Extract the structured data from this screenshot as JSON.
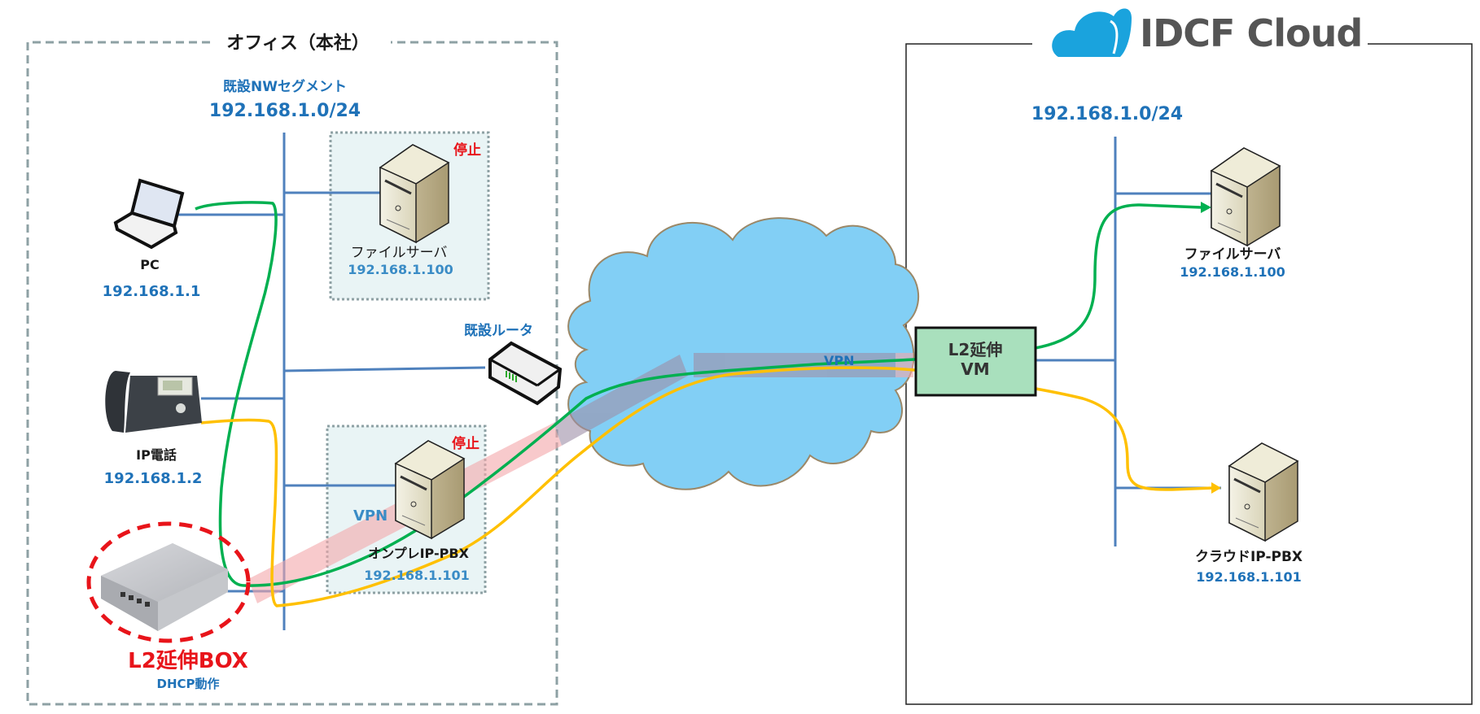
{
  "office": {
    "title": "オフィス（本社）",
    "segment_label": "既設NWセグメント",
    "segment_cidr": "192.168.1.0/24",
    "pc": {
      "name": "PC",
      "ip": "192.168.1.1"
    },
    "ip_phone": {
      "name": "IP電話",
      "ip": "192.168.1.2"
    },
    "file_server": {
      "name": "ファイルサーバ",
      "ip": "192.168.1.100",
      "status": "停止"
    },
    "onprem_pbx": {
      "name": "オンプレIP-PBX",
      "ip": "192.168.1.101",
      "status": "停止"
    },
    "router": {
      "name": "既設ルータ"
    },
    "l2_box": {
      "name": "L2延伸BOX",
      "note": "DHCP動作"
    },
    "vpn_label": "VPN"
  },
  "cloud": {
    "brand": "IDCF Cloud",
    "segment_cidr": "192.168.1.0/24",
    "l2_vm": {
      "line1": "L2延伸",
      "line2": "VM"
    },
    "file_server": {
      "name": "ファイルサーバ",
      "ip": "192.168.1.100"
    },
    "cloud_pbx": {
      "name": "クラウドIP-PBX",
      "ip": "192.168.1.101"
    },
    "vpn_label": "VPN"
  },
  "colors": {
    "network_line": "#4f81bd",
    "green_path": "#00b050",
    "yellow_path": "#ffc000",
    "vpn_tunnel": "#f4a6aa",
    "internet_cloud": "#82cff5",
    "l2_vm_fill": "#a9e0bd",
    "idcf_blue": "#1aa3dd",
    "stopped_red": "#e8141a"
  }
}
